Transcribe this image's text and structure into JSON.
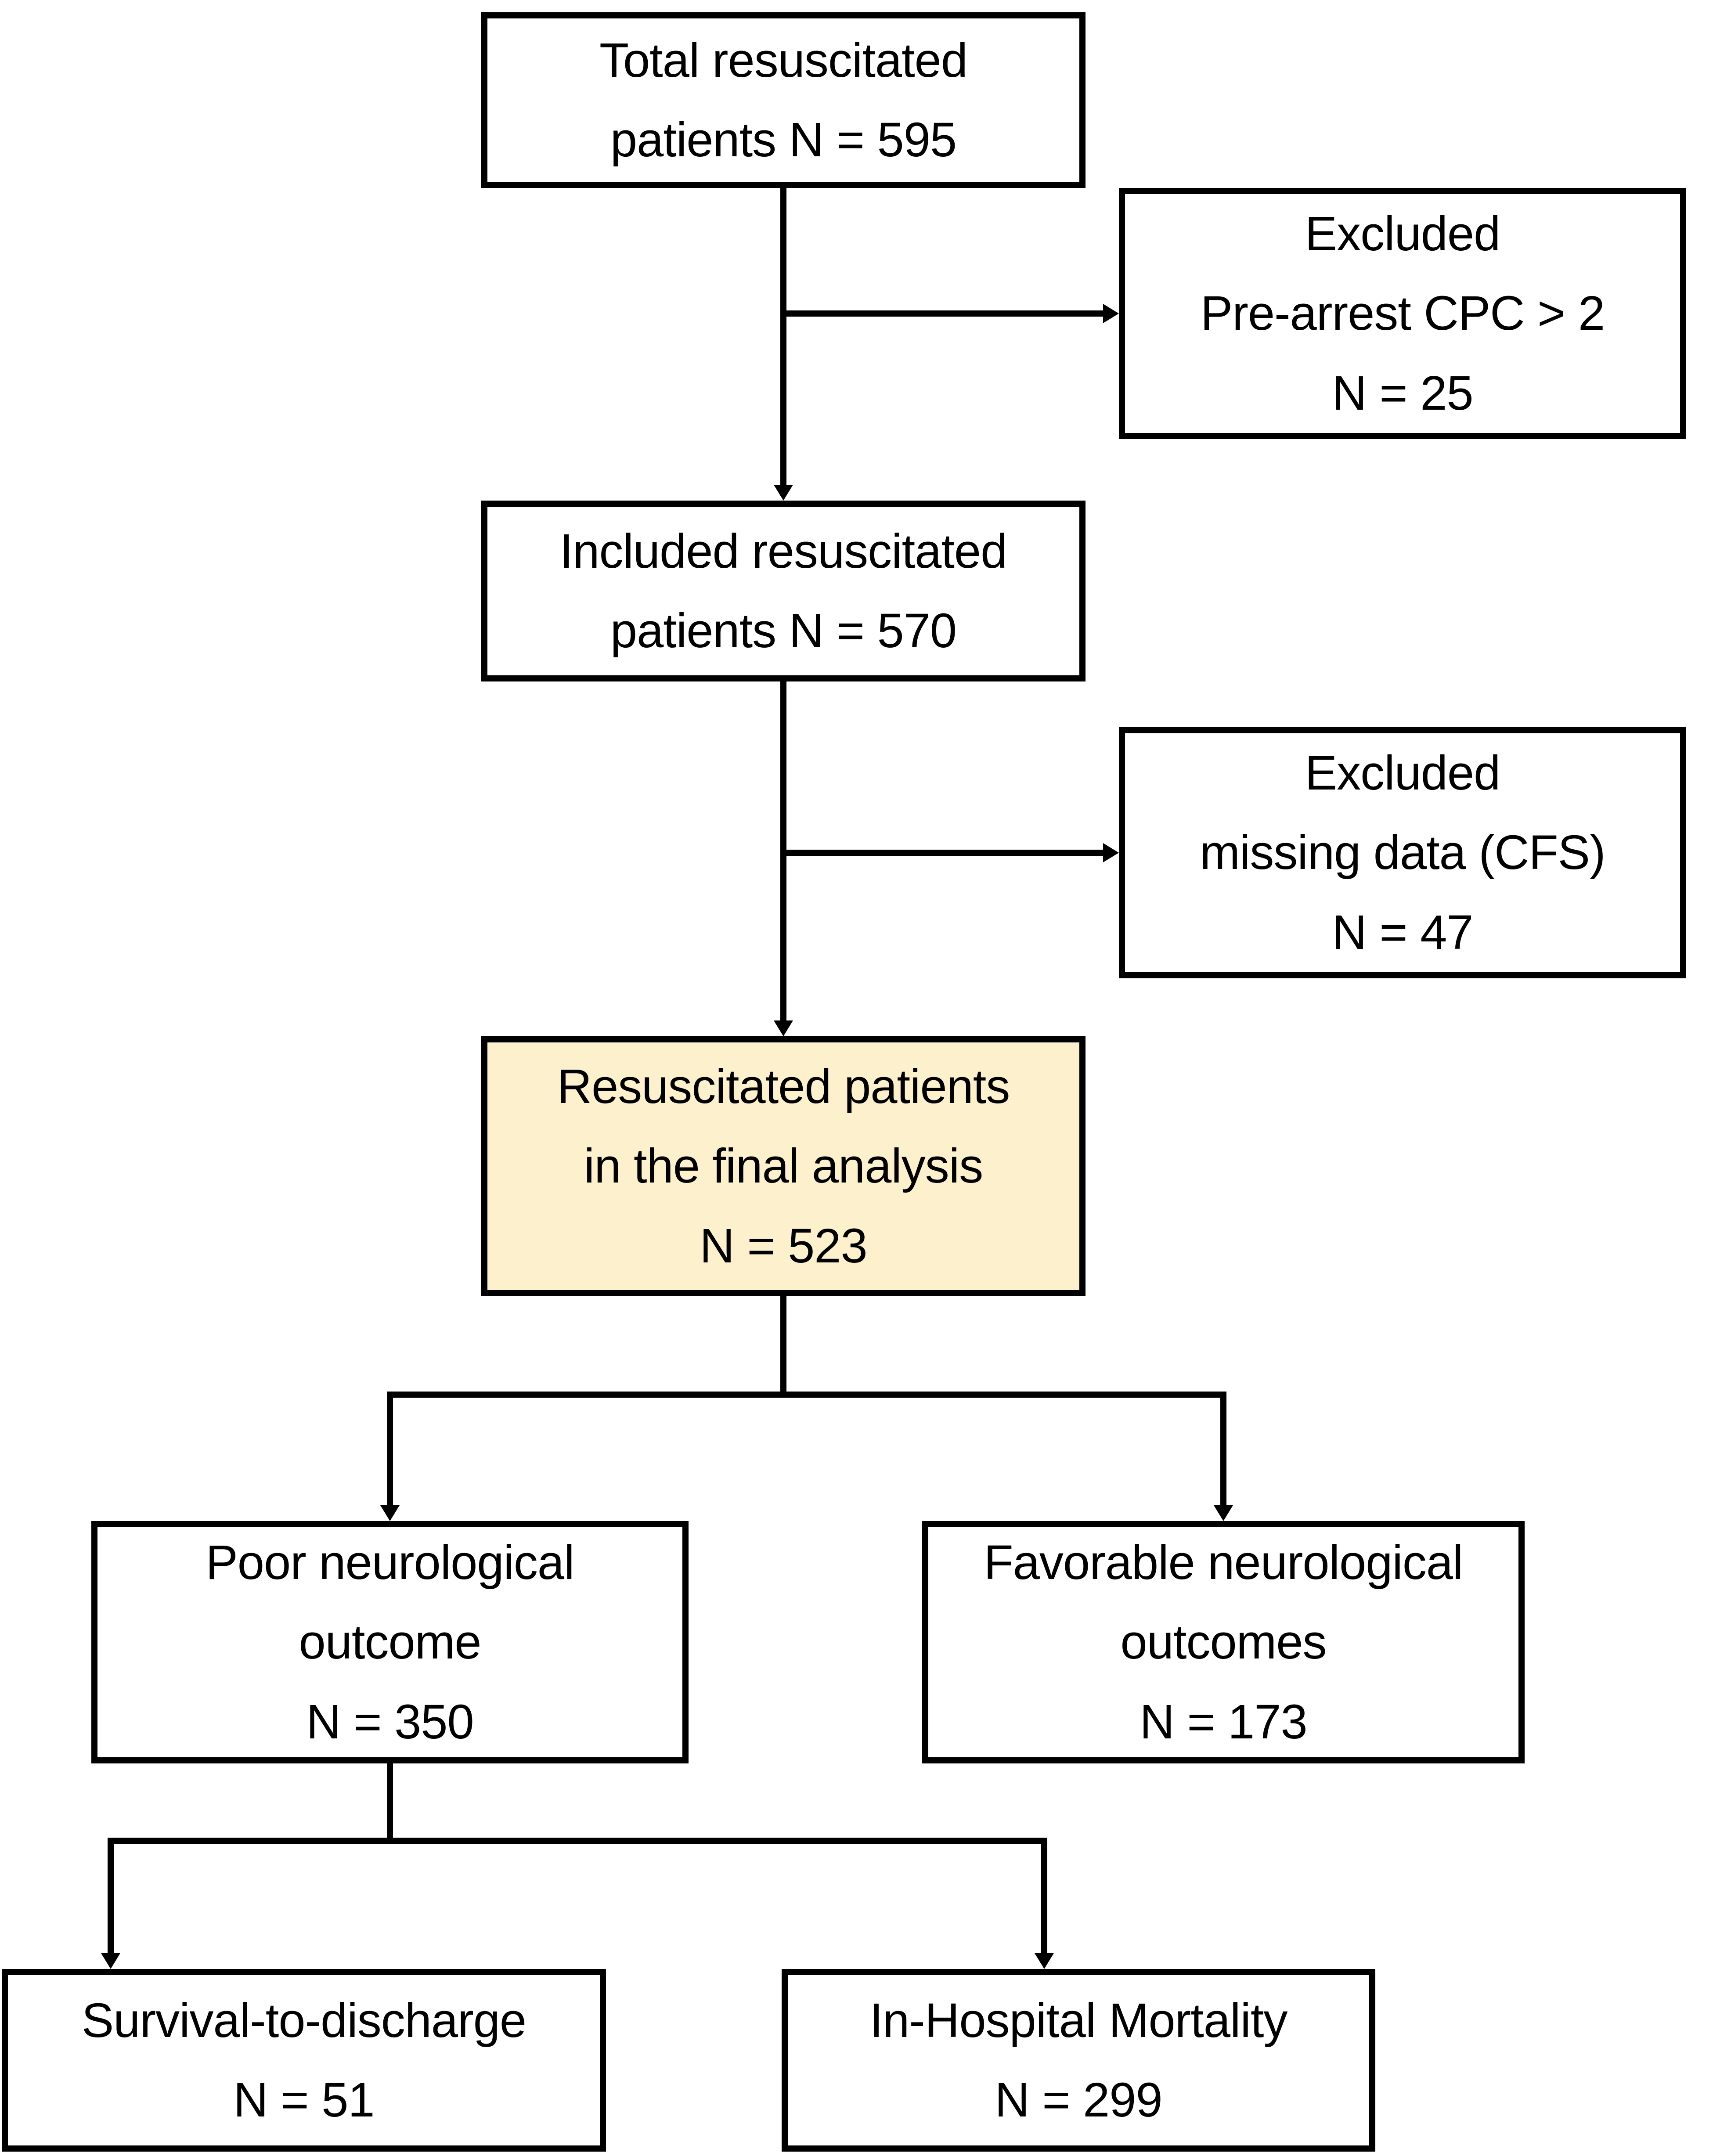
{
  "palette": {
    "background": "#ffffff",
    "line_color": "#000000",
    "box_border": "#000000",
    "box_fill": "#ffffff",
    "highlight_fill": "#fcf0cd",
    "text_color": "#000000"
  },
  "nodes": {
    "total": {
      "lines": [
        "Total resuscitated",
        "patients N = 595"
      ],
      "n": 595
    },
    "excluded_cpc": {
      "lines": [
        "Excluded",
        "Pre-arrest CPC > 2",
        "N = 25"
      ],
      "n": 25
    },
    "included": {
      "lines": [
        "Included resuscitated",
        "patients N = 570"
      ],
      "n": 570
    },
    "excluded_cfs": {
      "lines": [
        "Excluded",
        "missing data (CFS)",
        "N = 47"
      ],
      "n": 47
    },
    "final": {
      "lines": [
        "Resuscitated patients",
        "in the final analysis",
        "N = 523"
      ],
      "n": 523,
      "highlighted": true
    },
    "poor": {
      "lines": [
        "Poor neurological",
        "outcome",
        "N = 350"
      ],
      "n": 350
    },
    "favorable": {
      "lines": [
        "Favorable neurological",
        "outcomes",
        "N = 173"
      ],
      "n": 173
    },
    "survival": {
      "lines": [
        "Survival-to-discharge",
        "N = 51"
      ],
      "n": 51
    },
    "mortality": {
      "lines": [
        "In-Hospital Mortality",
        "N = 299"
      ],
      "n": 299
    }
  },
  "edges": [
    {
      "from": "total",
      "to": "excluded_cpc"
    },
    {
      "from": "total",
      "to": "included"
    },
    {
      "from": "included",
      "to": "excluded_cfs"
    },
    {
      "from": "included",
      "to": "final"
    },
    {
      "from": "final",
      "to": "poor"
    },
    {
      "from": "final",
      "to": "favorable"
    },
    {
      "from": "poor",
      "to": "survival"
    },
    {
      "from": "poor",
      "to": "mortality"
    }
  ]
}
